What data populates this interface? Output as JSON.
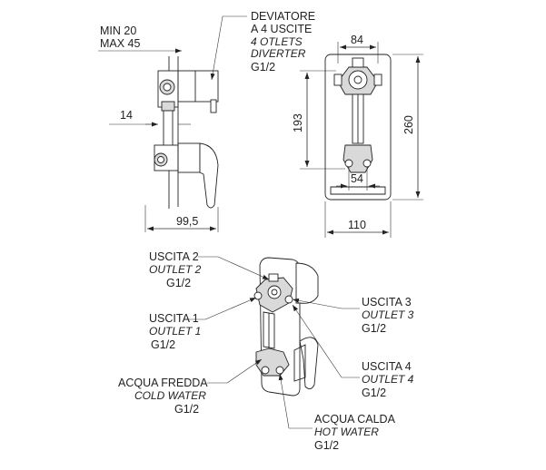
{
  "side_view": {
    "depth_min": "MIN 20",
    "depth_max": "MAX 45",
    "dim_offset": "14",
    "dim_depth": "99,5"
  },
  "front_view": {
    "dim_width_body": "84",
    "dim_height_inlet": "193",
    "dim_height_plate": "260",
    "dim_inlet_spacing": "54",
    "dim_width_plate": "110"
  },
  "diverter": {
    "line1": "DEVIATORE",
    "line2": "A 4 USCITE",
    "line3": "4 OTLETS",
    "line4": "DIVERTER",
    "line5": "G1/2"
  },
  "callouts": {
    "outlet2": {
      "it": "USCITA 2",
      "en": "OUTLET 2",
      "size": "G1/2"
    },
    "outlet1": {
      "it": "USCITA 1",
      "en": "OUTLET 1",
      "size": "G1/2"
    },
    "cold": {
      "it": "ACQUA FREDDA",
      "en": "COLD WATER",
      "size": "G1/2"
    },
    "outlet3": {
      "it": "USCITA 3",
      "en": "OUTLET 3",
      "size": "G1/2"
    },
    "outlet4": {
      "it": "USCITA 4",
      "en": "OUTLET 4",
      "size": "G1/2"
    },
    "hot": {
      "it": "ACQUA CALDA",
      "en": "HOT WATER",
      "size": "G1/2"
    }
  }
}
